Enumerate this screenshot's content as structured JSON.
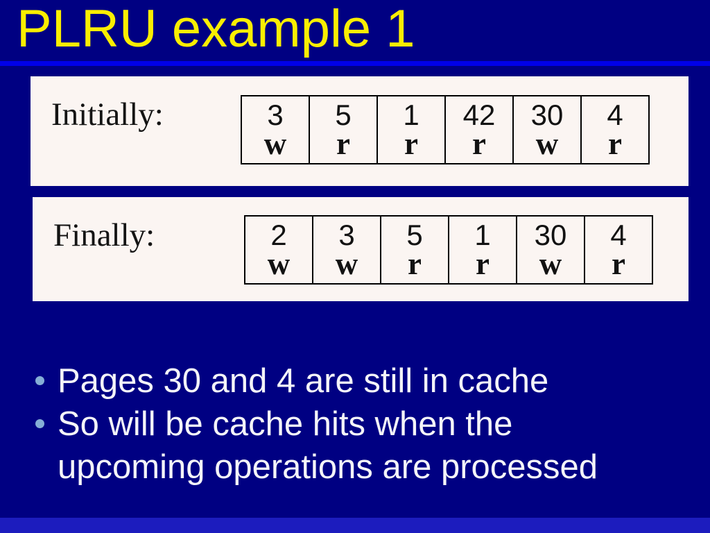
{
  "title": "PLRU example 1",
  "states": [
    {
      "label": "Initially:",
      "cells": [
        {
          "page": "3",
          "op": "w"
        },
        {
          "page": "5",
          "op": "r"
        },
        {
          "page": "1",
          "op": "r"
        },
        {
          "page": "42",
          "op": "r"
        },
        {
          "page": "30",
          "op": "w"
        },
        {
          "page": "4",
          "op": "r"
        }
      ]
    },
    {
      "label": "Finally:",
      "cells": [
        {
          "page": "2",
          "op": "w"
        },
        {
          "page": "3",
          "op": "w"
        },
        {
          "page": "5",
          "op": "r"
        },
        {
          "page": "1",
          "op": "r"
        },
        {
          "page": "30",
          "op": "w"
        },
        {
          "page": "4",
          "op": "r"
        }
      ]
    }
  ],
  "bullets": [
    "Pages 30 and 4 are still in cache",
    "So will be cache hits when the upcoming operations are processed"
  ],
  "colors": {
    "background": "#000082",
    "title_text": "#FAEE00",
    "accent_rule": "#0000E8",
    "panel_background": "#FBF5F2",
    "cell_border": "#000000",
    "cell_text": "#121212",
    "bullet_dot": "#85AED6",
    "body_text": "#F4F4F8",
    "bottom_bar": "#1C1CBE"
  }
}
